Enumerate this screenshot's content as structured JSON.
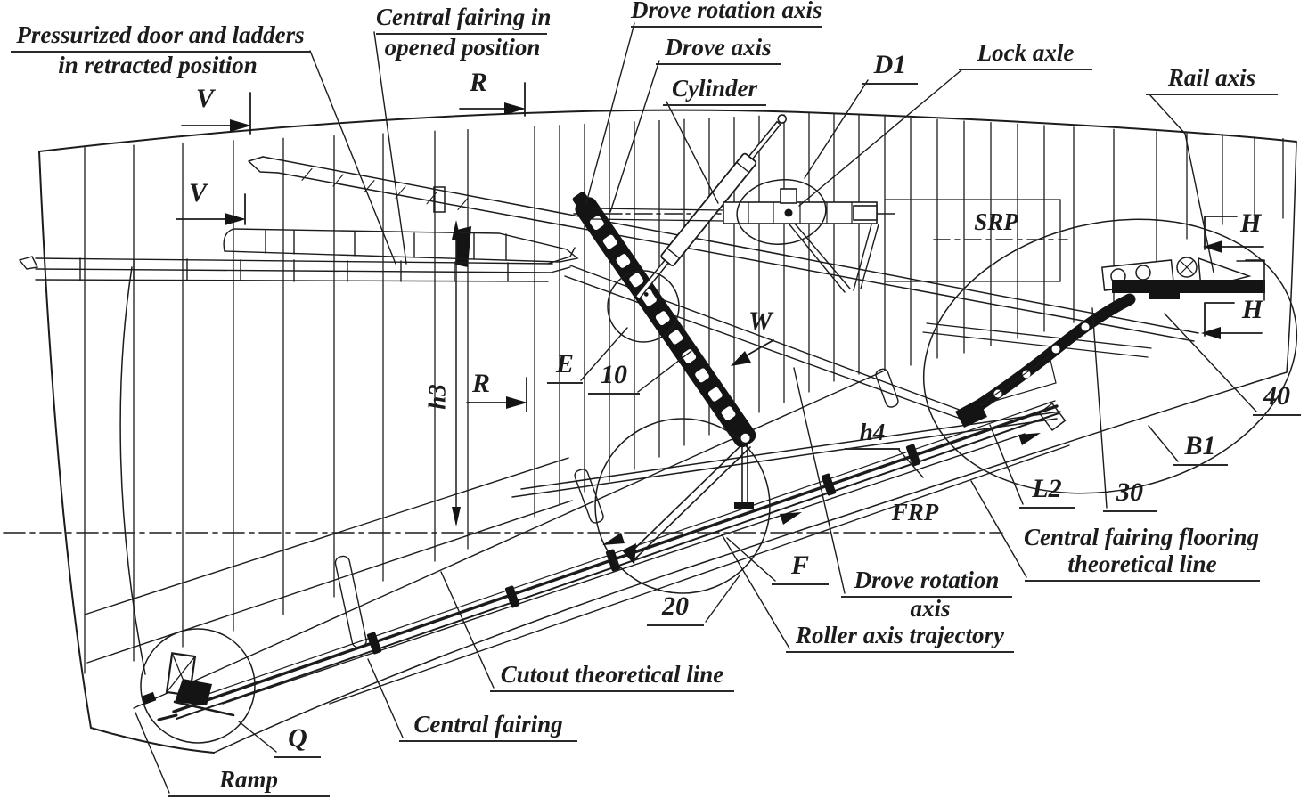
{
  "diagram": {
    "background": "#ffffff",
    "ink": "#1c1c1c",
    "callouts": {
      "pressurized_line1": "Pressurized door and ladders",
      "pressurized_line2": "in retracted position",
      "central_fairing_opened_line1": "Central fairing in",
      "central_fairing_opened_line2": "opened position",
      "drove_rotation_axis_top": "Drove rotation axis",
      "drove_axis": "Drove axis",
      "cylinder": "Cylinder",
      "lock_axle": "Lock axle",
      "rail_axis": "Rail axis",
      "fairing_flooring_line1": "Central fairing flooring",
      "fairing_flooring_line2": "theoretical line",
      "drove_rotation_bottom_line1": "Drove rotation",
      "drove_rotation_bottom_line2": "axis",
      "roller_axis_trajectory": "Roller axis trajectory",
      "cutout_theoretical_line": "Cutout theoretical line",
      "central_fairing": "Central fairing",
      "ramp": "Ramp"
    },
    "view_markers": {
      "v": "V",
      "r": "R",
      "h": "H",
      "w": "W"
    },
    "datum_lines": {
      "srp": "SRP",
      "frp": "FRP"
    },
    "dimensions": {
      "h3": "h3",
      "h4": "h4"
    },
    "detail_markers": {
      "e": "E",
      "q": "Q",
      "d1": "D1",
      "b1": "B1",
      "l2": "L2"
    },
    "item_numbers": {
      "n10": "10",
      "n20": "20",
      "n30": "30",
      "n40": "40"
    }
  }
}
